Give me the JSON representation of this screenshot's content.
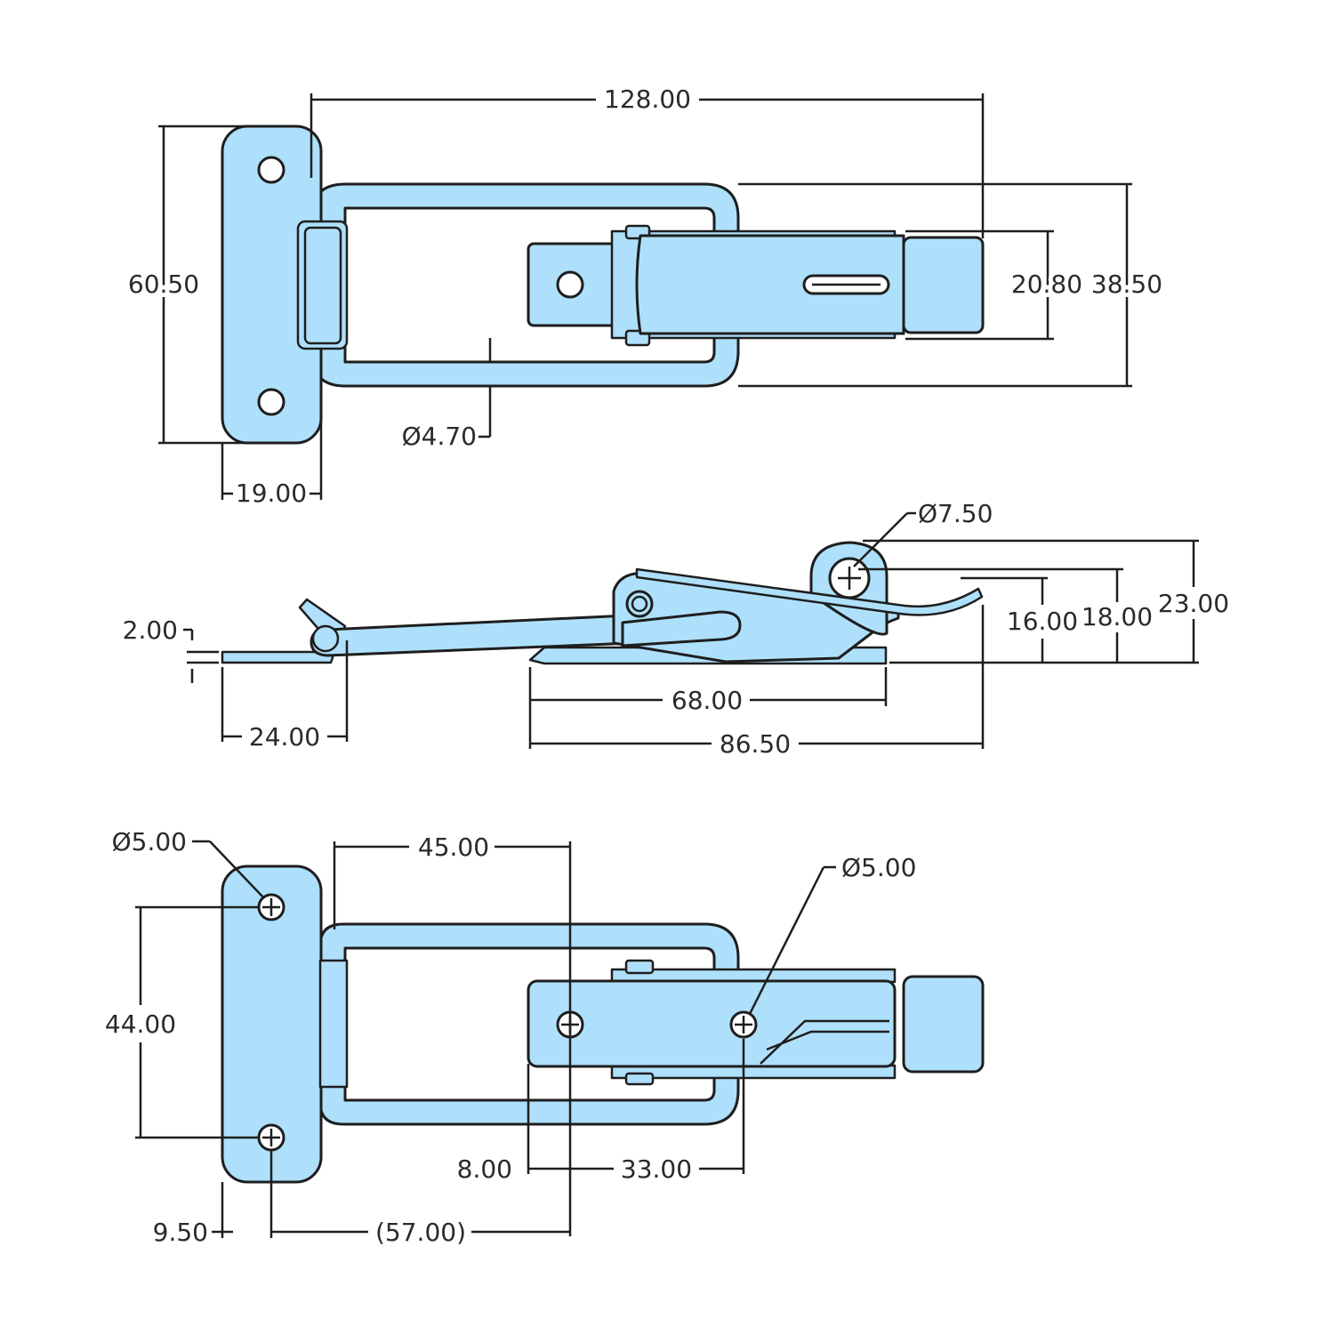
{
  "colors": {
    "part_fill": "#aee0fb",
    "outline": "#1e1e1e",
    "background": "#ffffff"
  },
  "top_view": {
    "dim_overall_length": "128.00",
    "dim_height": "60.50",
    "dim_base_width": "19.00",
    "dim_wire_diameter": "Ø4.70",
    "dim_lever_width": "20.80",
    "dim_loop_width": "38.50"
  },
  "side_view": {
    "dim_pivot_diameter": "Ø7.50",
    "dim_plate_thickness": "2.00",
    "dim_catch_length": "24.00",
    "dim_base_length": "68.00",
    "dim_body_length": "86.50",
    "dim_height_16": "16.00",
    "dim_height_18": "18.00",
    "dim_height_23": "23.00"
  },
  "bottom_view": {
    "dim_catch_hole": "Ø5.00",
    "dim_hole_offset": "45.00",
    "dim_base_hole": "Ø5.00",
    "dim_hole_pitch": "44.00",
    "dim_hole_edge": "8.00",
    "dim_hole_spacing": "33.00",
    "dim_catch_edge": "9.50",
    "dim_reference": "(57.00)"
  }
}
